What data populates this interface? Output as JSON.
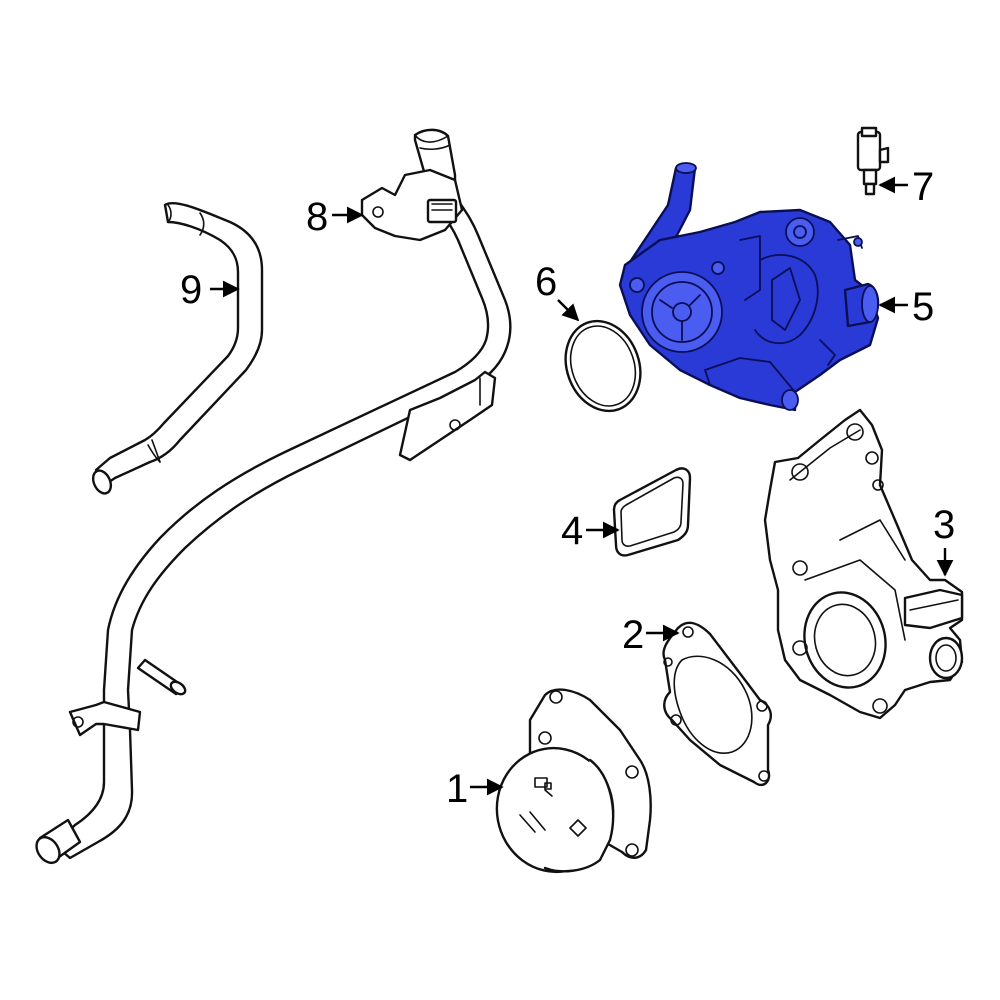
{
  "diagram": {
    "highlight_color": "#2a3ad6",
    "callouts": [
      {
        "id": "1",
        "label": "1",
        "part": "water-pump"
      },
      {
        "id": "2",
        "label": "2",
        "part": "pump-gasket"
      },
      {
        "id": "3",
        "label": "3",
        "part": "pump-housing"
      },
      {
        "id": "4",
        "label": "4",
        "part": "square-gasket"
      },
      {
        "id": "5",
        "label": "5",
        "part": "thermostat-housing"
      },
      {
        "id": "6",
        "label": "6",
        "part": "o-ring"
      },
      {
        "id": "7",
        "label": "7",
        "part": "sensor"
      },
      {
        "id": "8",
        "label": "8",
        "part": "bracket"
      },
      {
        "id": "9",
        "label": "9",
        "part": "hose"
      }
    ]
  }
}
